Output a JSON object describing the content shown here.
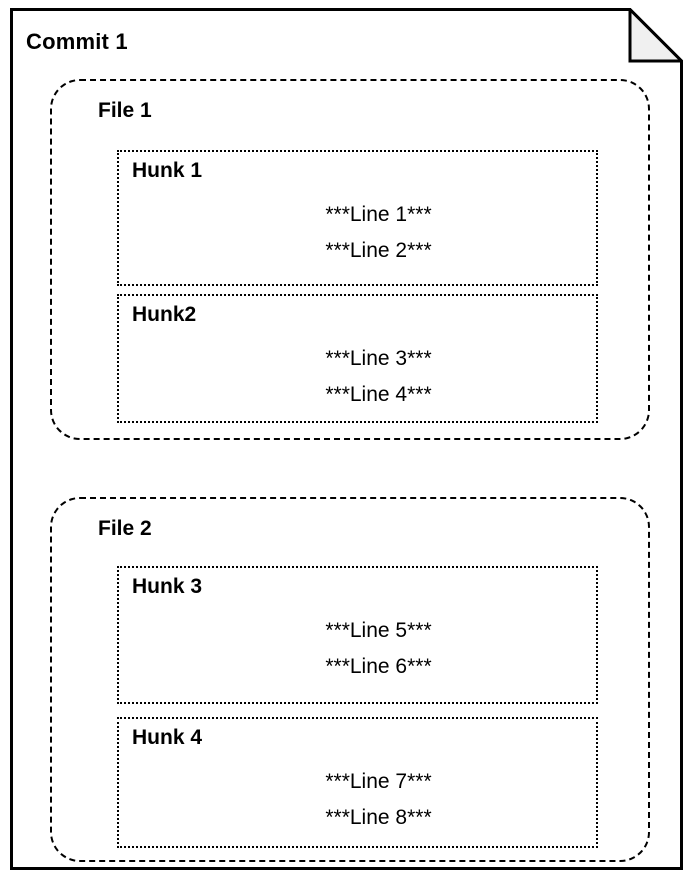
{
  "diagram": {
    "type": "nested-containment",
    "commit": {
      "label": "Commit 1",
      "icon": "page-fold-corner-icon",
      "fold_fill": "#f0f0f0",
      "border_style": "solid",
      "files": [
        {
          "label": "File 1",
          "border_style": "dashed",
          "hunks": [
            {
              "label": "Hunk 1",
              "border_style": "dotted",
              "lines": [
                "***Line 1***",
                "***Line 2***"
              ]
            },
            {
              "label": "Hunk2",
              "border_style": "dotted",
              "lines": [
                "***Line 3***",
                "***Line 4***"
              ]
            }
          ]
        },
        {
          "label": "File 2",
          "border_style": "dashed",
          "hunks": [
            {
              "label": "Hunk 3",
              "border_style": "dotted",
              "lines": [
                "***Line 5***",
                "***Line 6***"
              ]
            },
            {
              "label": "Hunk 4",
              "border_style": "dotted",
              "lines": [
                "***Line 7***",
                "***Line 8***"
              ]
            }
          ]
        }
      ]
    },
    "colors": {
      "stroke": "#000000",
      "background": "#ffffff",
      "fold": "#f0f0f0"
    }
  }
}
